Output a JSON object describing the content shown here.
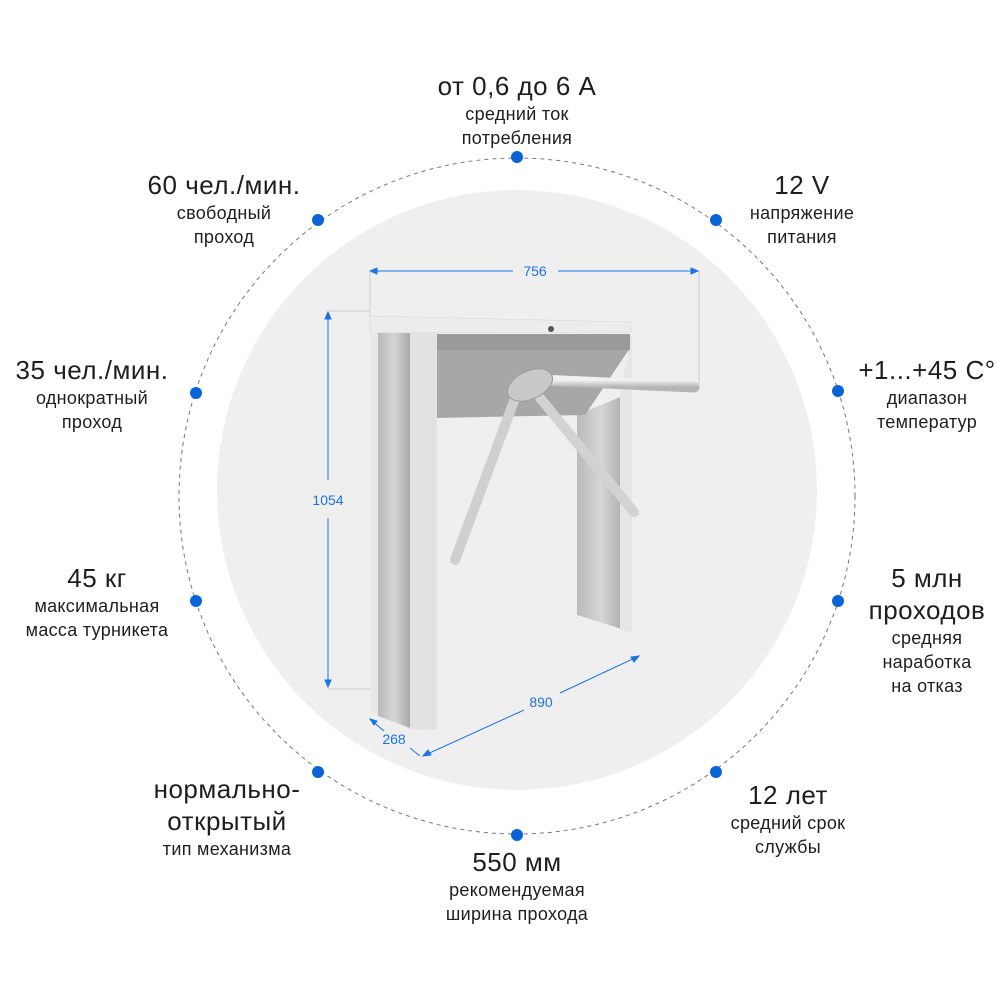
{
  "accent_color": "#0b63d8",
  "dimensions": {
    "width": "756",
    "height": "1054",
    "depth": "268",
    "length": "890"
  },
  "specs": [
    {
      "id": "current",
      "value": [
        "от 0,6 до 6 А"
      ],
      "desc": [
        "средний ток",
        "потребления"
      ]
    },
    {
      "id": "free-pass",
      "value": [
        "60 чел./мин."
      ],
      "desc": [
        "свободный",
        "проход"
      ]
    },
    {
      "id": "voltage",
      "value": [
        "12 V"
      ],
      "desc": [
        "напряжение",
        "питания"
      ]
    },
    {
      "id": "single-pass",
      "value": [
        "35 чел./мин."
      ],
      "desc": [
        "однократный",
        "проход"
      ]
    },
    {
      "id": "temperature",
      "value": [
        "+1...+45 C°"
      ],
      "desc": [
        "диапазон",
        "температур"
      ]
    },
    {
      "id": "weight",
      "value": [
        "45 кг"
      ],
      "desc": [
        "максимальная",
        "масса турникета"
      ]
    },
    {
      "id": "mtbf",
      "value": [
        "5 млн",
        "проходов"
      ],
      "desc": [
        "средняя",
        "наработка",
        "на отказ"
      ]
    },
    {
      "id": "mechanism",
      "value": [
        "нормально-",
        "открытый"
      ],
      "desc": [
        "тип механизма"
      ]
    },
    {
      "id": "service-life",
      "value": [
        "12 лет"
      ],
      "desc": [
        "средний срок",
        "службы"
      ]
    },
    {
      "id": "pass-width",
      "value": [
        "550 мм"
      ],
      "desc": [
        "рекомендуемая",
        "ширина прохода"
      ]
    }
  ]
}
